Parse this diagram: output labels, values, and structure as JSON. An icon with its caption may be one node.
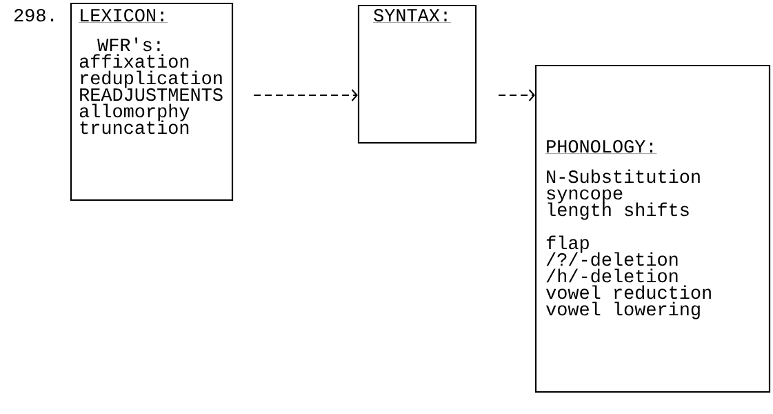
{
  "diagram": {
    "nodes": [
      {
        "text": [
          "LEXICON:",
          "WFR's:",
          "affixation",
          "reduplication",
          "READJUSTMENTS",
          "allomorphy",
          "truncation"
        ]
      },
      {
        "text": [
          "SYNTAX:"
        ]
      },
      {
        "text": [
          "PHONOLOGY:",
          "N-Substitution",
          "syncope",
          "length shifts",
          "flap",
          "/?/-deletion",
          "/h/-deletion",
          "vowel reduction",
          "vowel lowering"
        ]
      }
    ],
    "edges": [
      {
        "from": 0,
        "to": 1,
        "arrow": "to",
        "style": "dashed"
      },
      {
        "from": 1,
        "to": 2,
        "arrow": "to",
        "style": "dashed"
      }
    ],
    "labels": [
      "298."
    ]
  }
}
